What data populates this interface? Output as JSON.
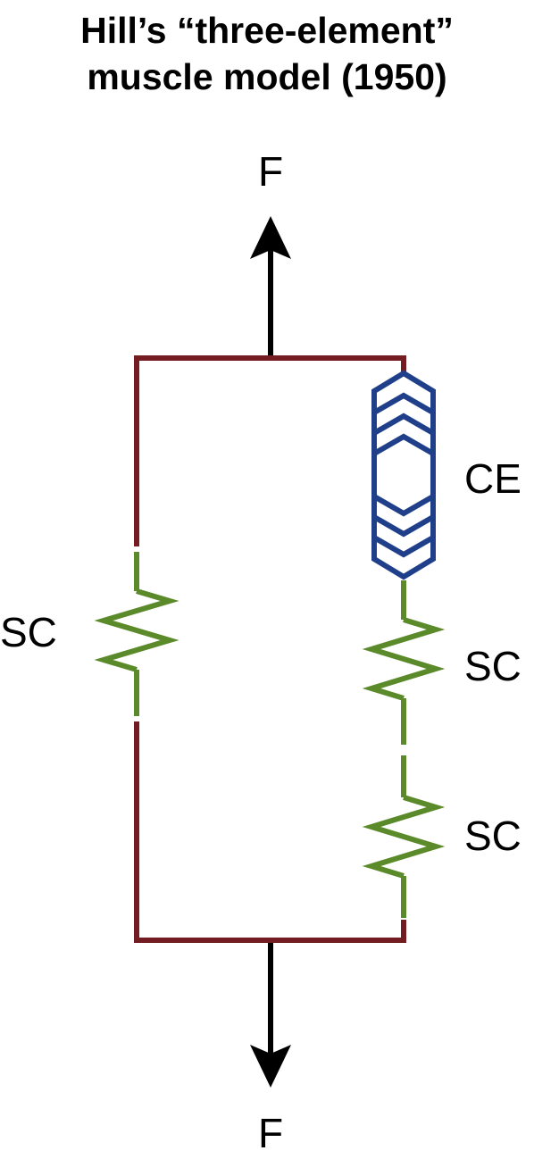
{
  "title": {
    "line1": "Hill’s “three-element”",
    "line2": "muscle model (1950)"
  },
  "labels": {
    "force_top": "F",
    "force_bottom": "F",
    "contractile": "CE",
    "spring_parallel": "SC",
    "spring_series_upper": "SC",
    "spring_series_lower": "SC"
  },
  "colors": {
    "frame": "#731c22",
    "spring": "#5a8a2a",
    "contractile": "#1f3f8a",
    "arrow": "#000000",
    "text": "#000000"
  }
}
